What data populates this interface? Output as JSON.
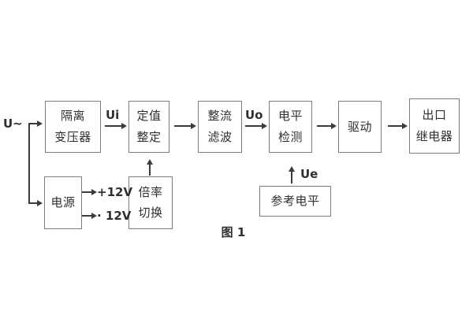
{
  "diagram": {
    "caption": "图 1",
    "signal_labels": {
      "input": "U~",
      "ui": "Ui",
      "uo": "Uo",
      "ue": "Ue",
      "plus12v": "+12V",
      "minus12v": "· 12V"
    },
    "blocks": {
      "isolation_transformer": {
        "line1": "隔离",
        "line2": "变压器"
      },
      "setting_adjustment": {
        "line1": "定值",
        "line2": "整定"
      },
      "rectifier_filter": {
        "line1": "整流",
        "line2": "滤波"
      },
      "level_detection": {
        "line1": "电平",
        "line2": "检测"
      },
      "driver": {
        "line1": "驱动"
      },
      "output_relay": {
        "line1": "出口",
        "line2": "继电器"
      },
      "power_supply": {
        "line1": "电源"
      },
      "ratio_switching": {
        "line1": "倍率",
        "line2": "切换"
      },
      "reference_level": {
        "line1": "参考电平"
      }
    },
    "colors": {
      "background": "#ffffff",
      "box_border": "#7d7d7d",
      "line": "#3b3b3b",
      "text": "#2f2f2f"
    }
  }
}
